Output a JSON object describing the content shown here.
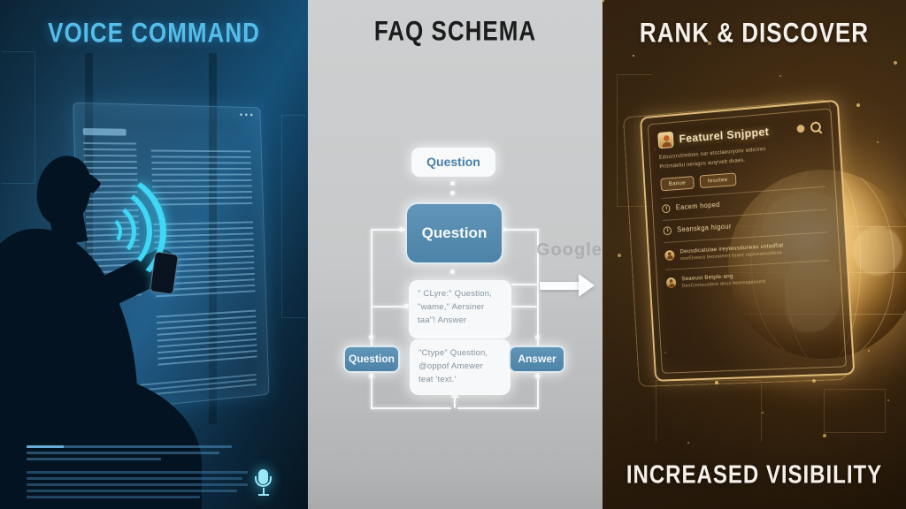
{
  "voice_panel": {
    "title": "VOICE COMMAND",
    "accent_color": "#55bde9",
    "wave_color": "#3fd8f6"
  },
  "faq_panel": {
    "title": "FAQ SCHEMA",
    "watermark": "Google",
    "box_color": "#4d83a8",
    "boxes": {
      "top": "Question",
      "main": "Question",
      "left": "Question",
      "right": "Answer"
    },
    "code_box_upper": {
      "line1": "\" CLyre:\" Question,",
      "line2": "\"wame,\" Aersiner",
      "line3": "taa\"! Answer"
    },
    "code_box_lower": {
      "line1": "\"Ctype\" Question,",
      "line2": "@oppof Amewer",
      "line3": "teat  'text.'"
    }
  },
  "rank_panel": {
    "title": "RANK & DISCOVER",
    "footer": "INCREASED VISIBILITY",
    "gold_color": "#e8c482",
    "snippet_card": {
      "title": "Featurel Snjppet",
      "subtext_line1": "Edourzrutredoes nar etsclaeuryonv wdicires",
      "subtext_line2": "Prrtrndeful oeragcu auqrveb dvaes.",
      "pill1": "Banue",
      "pill2": "fesotee",
      "row1": "Eacem hoped",
      "row2": "Seanskga higour",
      "row3_line1": "Deusdicatulae ireyteusdurwas ustadfial",
      "row3_line2": "oneElveers bezeweert liyars rapinnamusfune",
      "row4_line1": "Seaeust Betple-ang",
      "row4_line2": "DevCovtsusdent deus hesresqesvent"
    }
  }
}
